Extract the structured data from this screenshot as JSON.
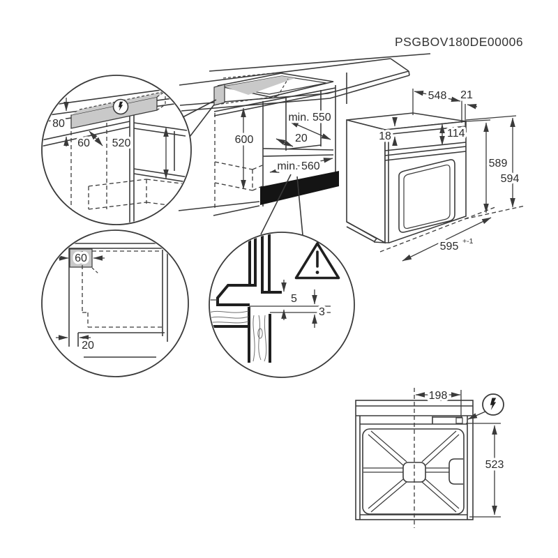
{
  "title": "PSGBOV180DE00006",
  "colors": {
    "line": "#3a3a3a",
    "thick_line": "#1f1f1f",
    "gray_fill": "#c9c9c9",
    "background": "#ffffff"
  },
  "icons": {
    "electrical": "lightning-bolt-in-circle",
    "warning": "exclamation-triangle"
  },
  "detail_connection_box": {
    "d80": "80",
    "d60": "60",
    "d520": "520"
  },
  "main_cabinet": {
    "d600": "600",
    "min550": "min. 550",
    "d20": "20",
    "min560": "min. 560"
  },
  "oven": {
    "d548": "548",
    "d21": "21",
    "d18": "18",
    "d114": "114",
    "d589": "589",
    "d594": "594",
    "d595": "595",
    "d595_tol": "+-1"
  },
  "detail_rear_clearance": {
    "d60": "60",
    "d20": "20"
  },
  "detail_front_gap": {
    "d5": "5",
    "d3": "3"
  },
  "bottom_view": {
    "d198": "198",
    "d523": "523"
  }
}
